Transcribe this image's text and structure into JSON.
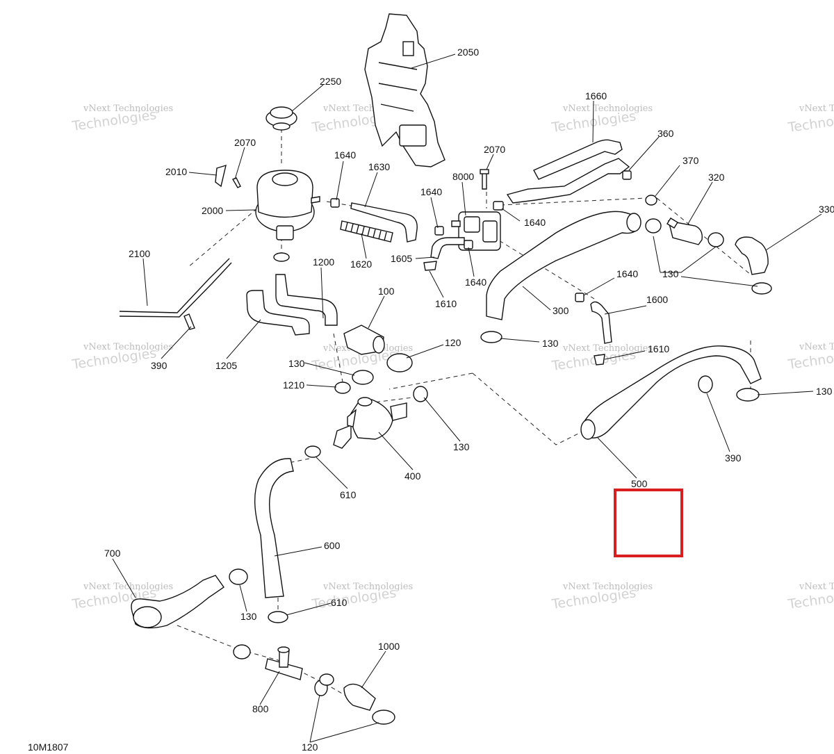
{
  "diagram": {
    "code": "10M1807",
    "watermark": {
      "line1": "vNext Technologies",
      "line2": "Technologies",
      "corner": "vNext"
    },
    "labels": {
      "l2050": "2050",
      "l2250": "2250",
      "l2070a": "2070",
      "l2010": "2010",
      "l2000": "2000",
      "l1640a": "1640",
      "l1630": "1630",
      "l1620": "1620",
      "l1640b": "1640",
      "l8000": "8000",
      "l2070b": "2070",
      "l1660": "1660",
      "l360": "360",
      "l370": "370",
      "l320": "320",
      "l330": "330",
      "l1640c": "1640",
      "l1605": "1605",
      "l1640d": "1640",
      "l1610a": "1610",
      "l130a": "130",
      "l1640e": "1640",
      "l1600": "1600",
      "l300": "300",
      "l2100": "2100",
      "l1200": "1200",
      "l100": "100",
      "l390a": "390",
      "l1205": "1205",
      "l120a": "120",
      "l130b": "130",
      "l1210": "1210",
      "l130c": "130",
      "l1610b": "1610",
      "l130d": "130",
      "l130e": "130",
      "l390b": "390",
      "l400": "400",
      "l610a": "610",
      "l500": "500",
      "l600": "600",
      "l700": "700",
      "l130f": "130",
      "l610b": "610",
      "l1000": "1000",
      "l800": "800",
      "l120b": "120"
    },
    "highlight_color": "#d81e1e"
  }
}
